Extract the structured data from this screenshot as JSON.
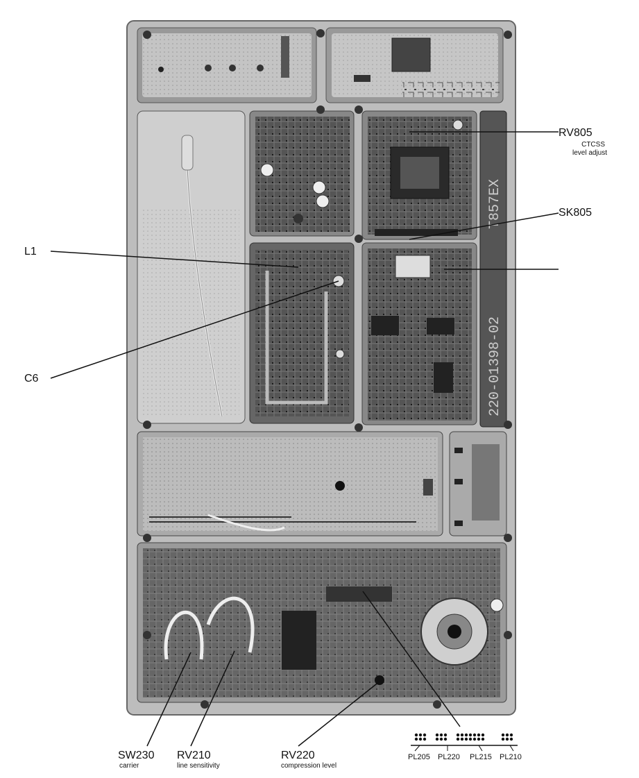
{
  "callouts": {
    "rv805": {
      "name": "RV805",
      "line1": "CTCSS",
      "line2": "level adjust"
    },
    "sk805": {
      "name": "SK805"
    },
    "l1": {
      "name": "L1"
    },
    "c6": {
      "name": "C6"
    },
    "sw230": {
      "name": "SW230",
      "desc": "carrier"
    },
    "rv210": {
      "name": "RV210",
      "desc": "line sensitivity"
    },
    "rv220": {
      "name": "RV220",
      "desc": "compression level"
    }
  },
  "connector_key": {
    "labels": [
      "PL205",
      "PL220",
      "PL215",
      "PL210"
    ]
  },
  "board_markings": {
    "part_number": "220-01398-02",
    "model": "T857EX"
  }
}
